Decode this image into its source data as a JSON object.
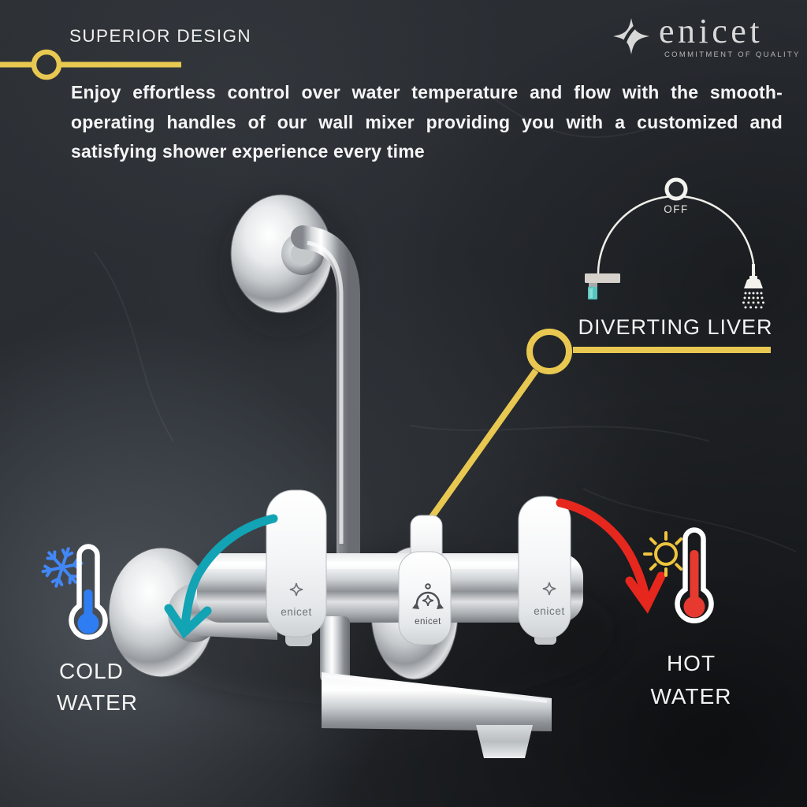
{
  "header": {
    "kicker": "SUPERIOR DESIGN",
    "paragraph": "Enjoy effortless control over water temperature and flow with the smooth-operating handles of our wall mixer providing you with a customized and satisfying shower experience every time"
  },
  "brand": {
    "name": "enicet",
    "tagline": "COMMITMENT OF QUALITY"
  },
  "diverter_diagram": {
    "off_label": "OFF",
    "caption": "DIVERTING LIVER"
  },
  "cold_label": {
    "line1": "COLD",
    "line2": "WATER"
  },
  "hot_label": {
    "line1": "HOT",
    "line2": "WATER"
  },
  "product_marks": {
    "left_handle": "enicet",
    "diverter": "enicet",
    "right_handle": "enicet"
  },
  "colors": {
    "accent_yellow": "#e8c851",
    "teal_arrow": "#12a3b4",
    "red_arrow": "#e6271e",
    "cold_blue": "#2f7df2",
    "snowflake_blue": "#4187f6",
    "hot_red": "#e63a30",
    "sun_yellow": "#eec43e",
    "diagram_white": "#f0efe9"
  }
}
